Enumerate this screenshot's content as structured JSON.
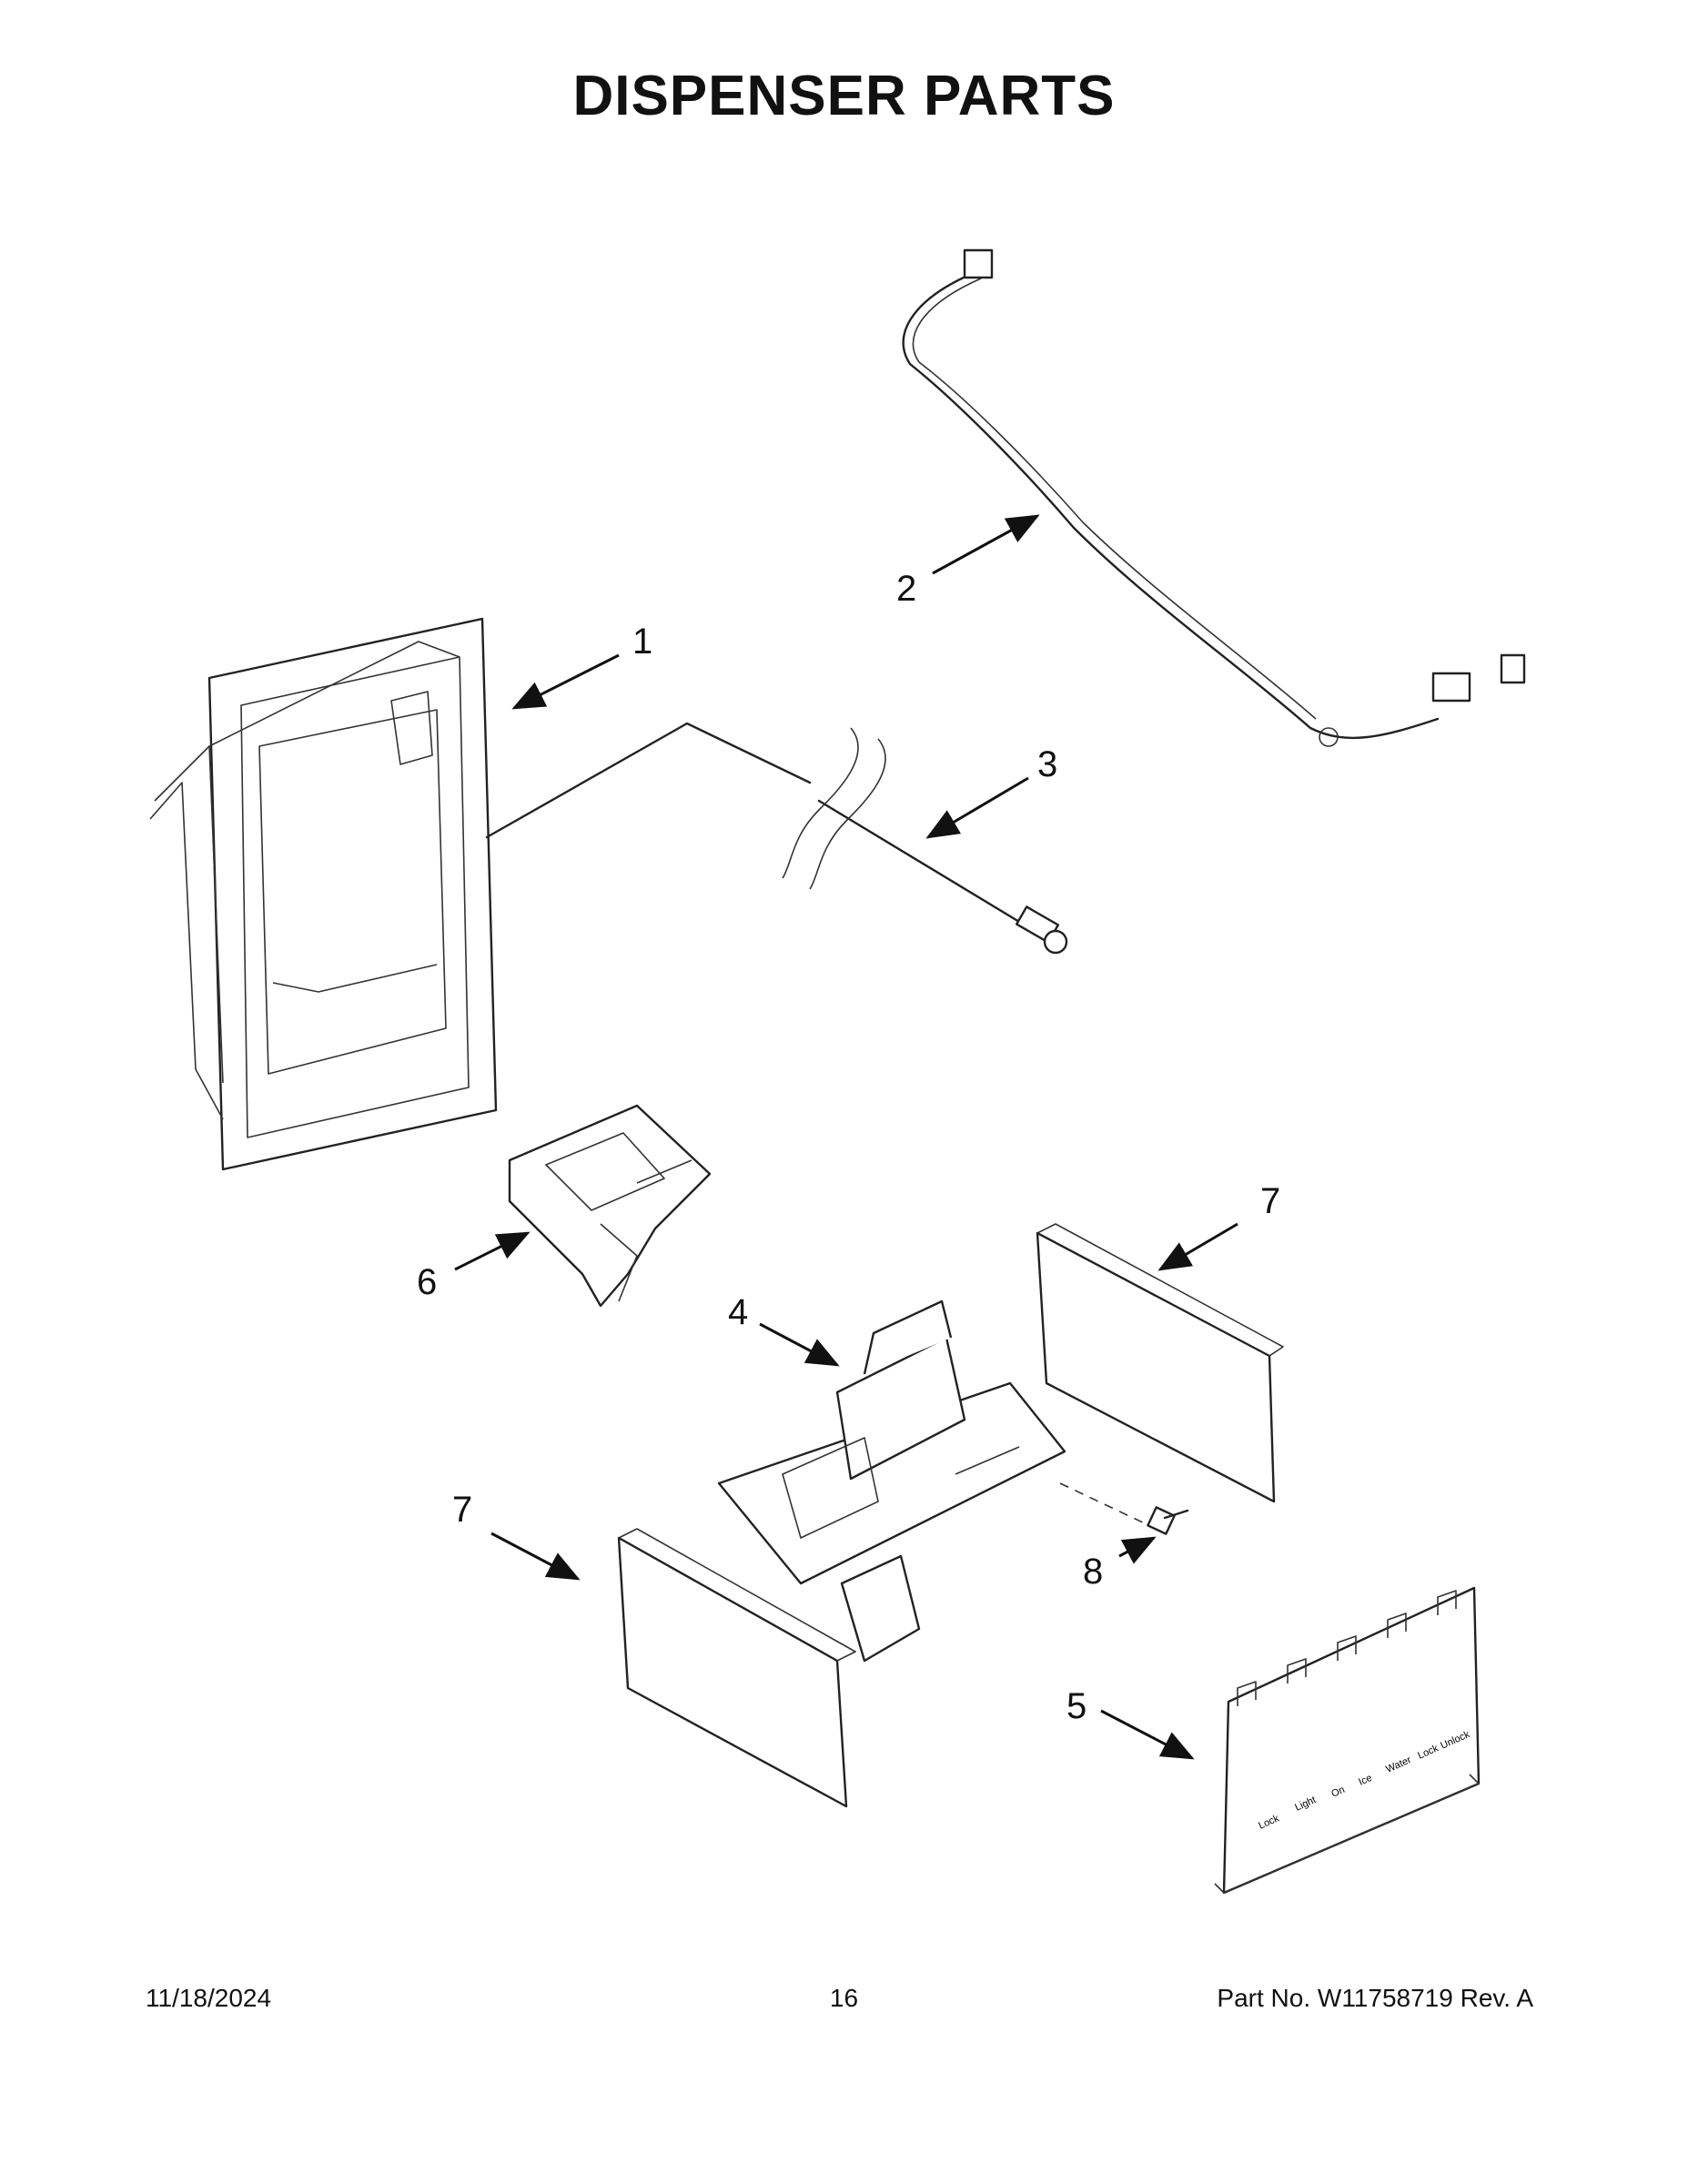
{
  "title": "DISPENSER PARTS",
  "callouts": [
    "1",
    "2",
    "3",
    "4",
    "5",
    "6",
    "7",
    "7",
    "8"
  ],
  "control_panel_labels": [
    "Lock",
    "Light",
    "On",
    "Ice",
    "Water",
    "Lock",
    "Unlock"
  ],
  "footer": {
    "date": "11/18/2024",
    "page": "16",
    "part": "Part No.  W11758719   Rev.  A"
  }
}
